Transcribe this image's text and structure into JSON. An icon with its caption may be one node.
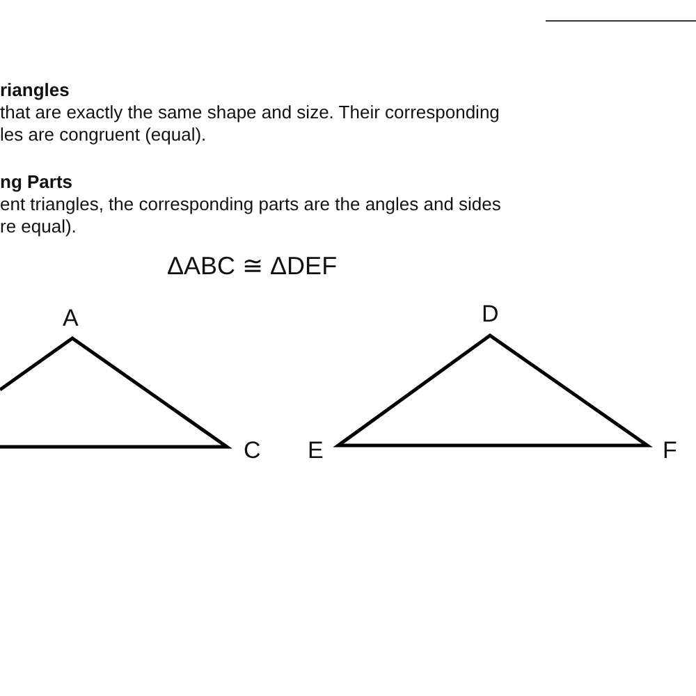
{
  "diagram": {
    "labels": [
      "riangles",
      "that are exactly the same shape and size.  Their corresponding les are congruent (equal).",
      "ng Parts",
      "ent triangles, the corresponding parts are the angles and sides re equal).",
      "ΔABC ≅ ΔDEF",
      "A",
      "C",
      "D",
      "E",
      "F"
    ]
  }
}
